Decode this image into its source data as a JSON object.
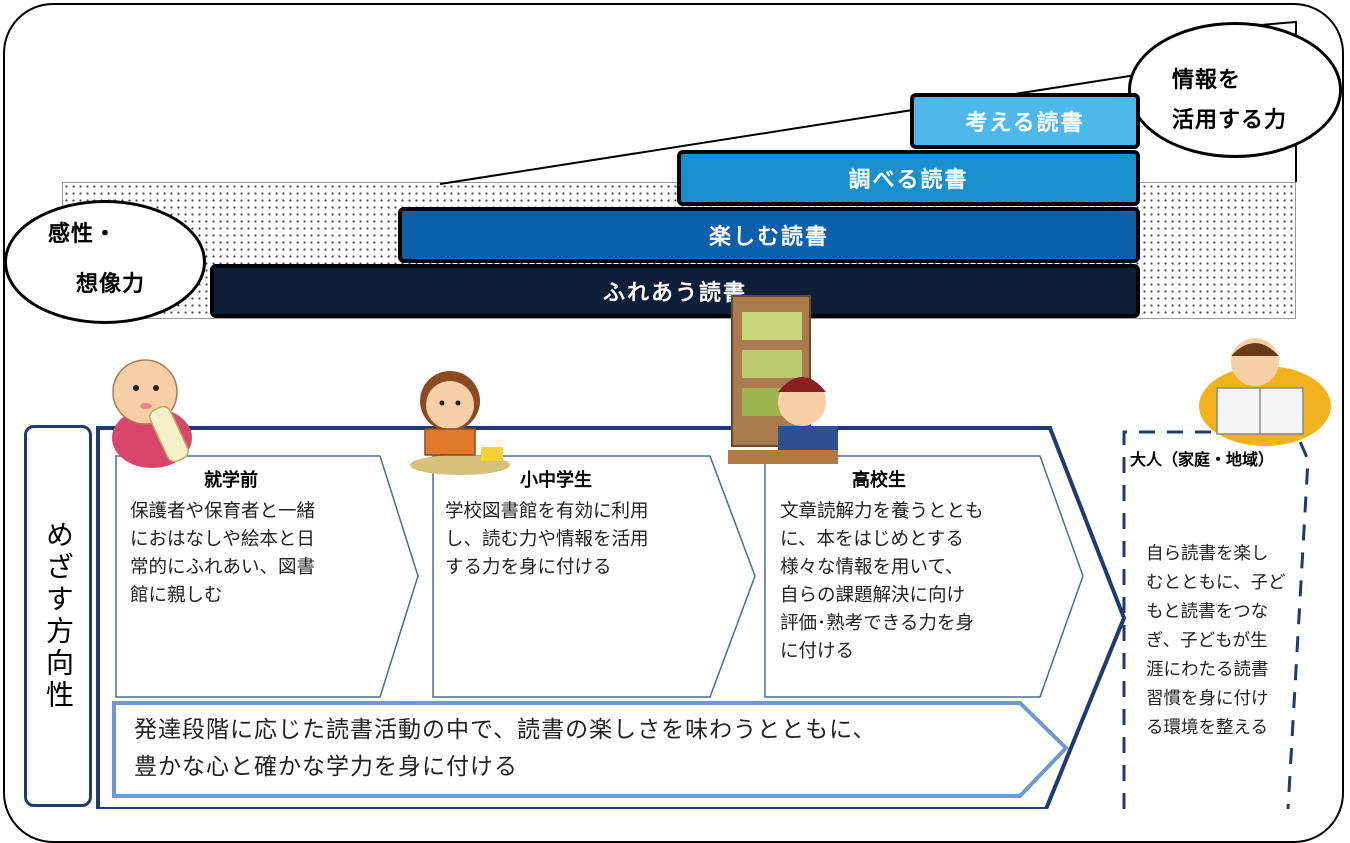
{
  "colors": {
    "bar_think": "#4fb8ea",
    "bar_research": "#1a8fcd",
    "bar_enjoy": "#0c5faa",
    "bar_touch": "#0f1f3a",
    "frame_blue": "#1e3b70",
    "arrow_light_blue": "#6f98d3"
  },
  "bars": {
    "think": "考える読書",
    "research": "調べる読書",
    "enjoy": "楽しむ読書",
    "touch": "ふれあう読書"
  },
  "ellipses": {
    "info_line1": "情報を",
    "info_line2": "活用する力",
    "sense_line1": "感性・",
    "sense_line2": "想像力"
  },
  "side_label": "めざす方向性",
  "stages": [
    {
      "title": "就学前",
      "lines": [
        "保護者や保育者と一緒",
        "におはなしや絵本と日",
        "常的にふれあい、図書",
        "館に親しむ"
      ]
    },
    {
      "title": "小中学生",
      "lines": [
        "学校図書館を有効に利用",
        "し、読む力や情報を活用",
        "する力を身に付ける"
      ]
    },
    {
      "title": "高校生",
      "lines": [
        "文章読解力を養うととも",
        "に、本をはじめとする",
        "様々な情報を用いて、",
        "自らの課題解決に向け",
        "評価･熟考できる力を身",
        "に付ける"
      ]
    }
  ],
  "adult": {
    "title": "大人（家庭・地域）",
    "lines": [
      "自ら読書を楽し",
      "むとともに、子ど",
      "もと読書をつな",
      "ぎ、子どもが生",
      "涯にわたる読書",
      "習慣を身に付け",
      "る環境を整える"
    ]
  },
  "summary": {
    "line1": "発達段階に応じた読書活動の中で、読書の楽しさを味わうとともに、",
    "line2": "豊かな心と確かな学力を身に付ける"
  }
}
